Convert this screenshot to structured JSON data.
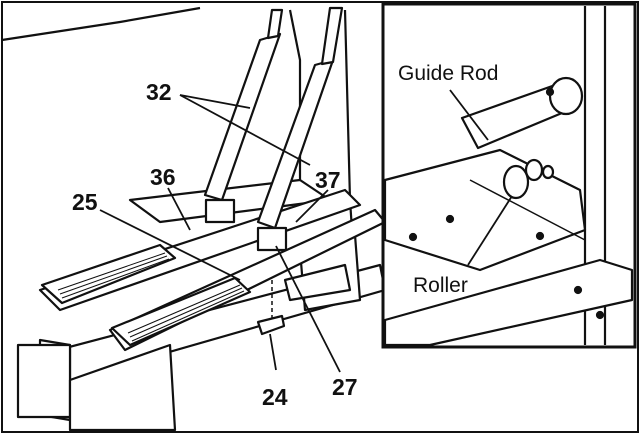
{
  "labels": {
    "part_32": "32",
    "part_36": "36",
    "part_37": "37",
    "part_25": "25",
    "part_27": "27",
    "part_24": "24"
  },
  "inset": {
    "guide_rod": "Guide Rod",
    "roller": "Roller"
  }
}
